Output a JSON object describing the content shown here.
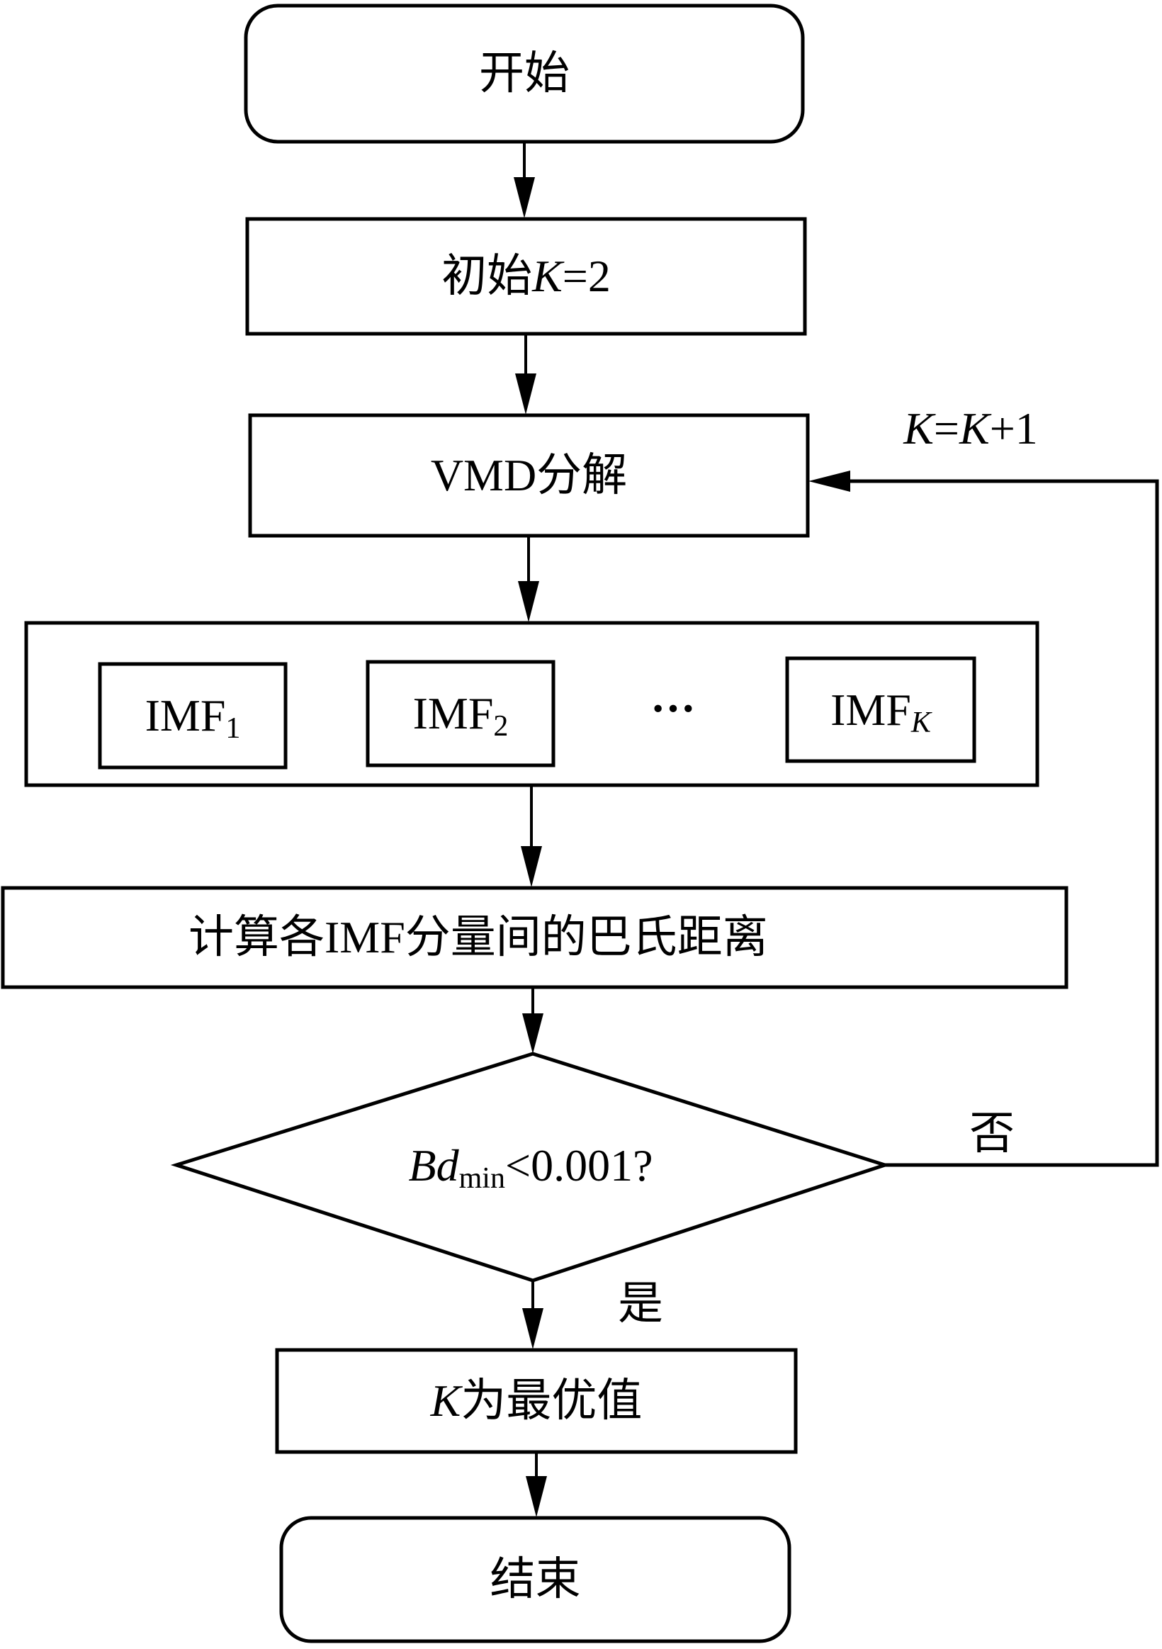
{
  "diagram": {
    "type": "flowchart",
    "nodes": {
      "start": {
        "text": "开始"
      },
      "init": {
        "prefix": "初始",
        "var": "K",
        "suffix": "=2"
      },
      "vmd": {
        "text": "VMD分解"
      },
      "imfs": {
        "items": [
          {
            "base": "IMF",
            "sub": "1"
          },
          {
            "base": "IMF",
            "sub": "2"
          },
          {
            "base": "IMF",
            "sub": "K"
          }
        ],
        "ellipsis": "···"
      },
      "calc": {
        "text": "计算各IMF分量间的巴氏距离"
      },
      "decision": {
        "var": "Bd",
        "sub": "min",
        "cond": "<0.001?"
      },
      "optimal": {
        "var": "K",
        "text": "为最优值"
      },
      "end": {
        "text": "结束"
      }
    },
    "edges": {
      "yes_label": "是",
      "no_label": "否",
      "loop_label": {
        "v1": "K",
        "eq": "=",
        "v2": "K",
        "tail": "+1"
      }
    }
  }
}
